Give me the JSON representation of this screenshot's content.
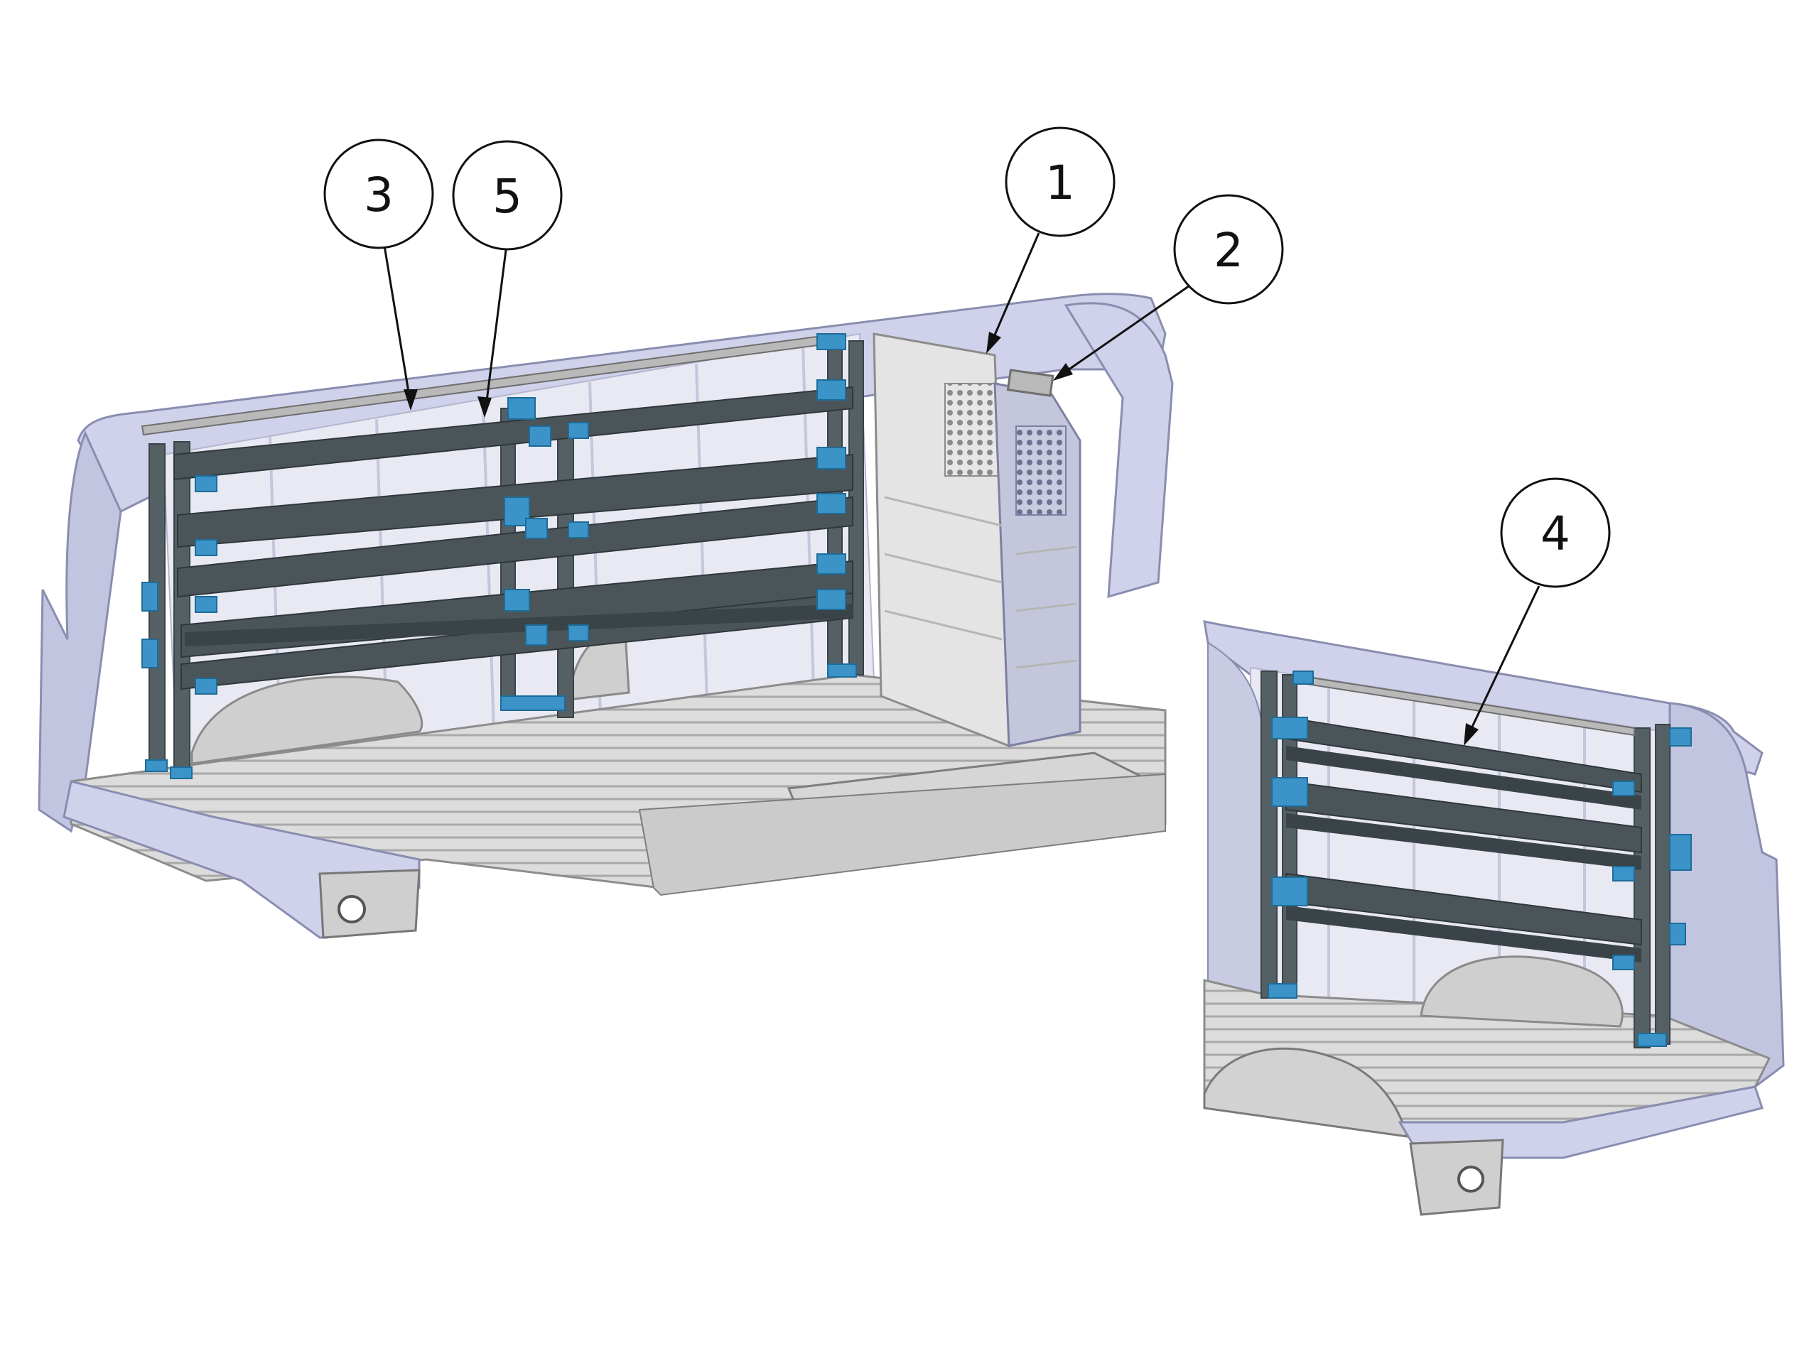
{
  "colors": {
    "background": "#ffffff",
    "van_body": "#cfd2ea",
    "van_body_shade": "#a7aacb",
    "floor": "#dcdcdc",
    "floor_ribs": "#9d9d9d",
    "rack_steel": "#556065",
    "rack_steel_dark": "#3a4347",
    "bracket": "#3b93c7",
    "partition": "#e4e4e4",
    "callout_stroke": "#111111"
  },
  "callouts": [
    {
      "id": "1",
      "label": "1",
      "part": "partition"
    },
    {
      "id": "2",
      "label": "2",
      "part": "partition-bracket"
    },
    {
      "id": "3",
      "label": "3",
      "part": "upper-rail"
    },
    {
      "id": "4",
      "label": "4",
      "part": "passenger-side-shelving"
    },
    {
      "id": "5",
      "label": "5",
      "part": "driver-side-shelving"
    }
  ]
}
